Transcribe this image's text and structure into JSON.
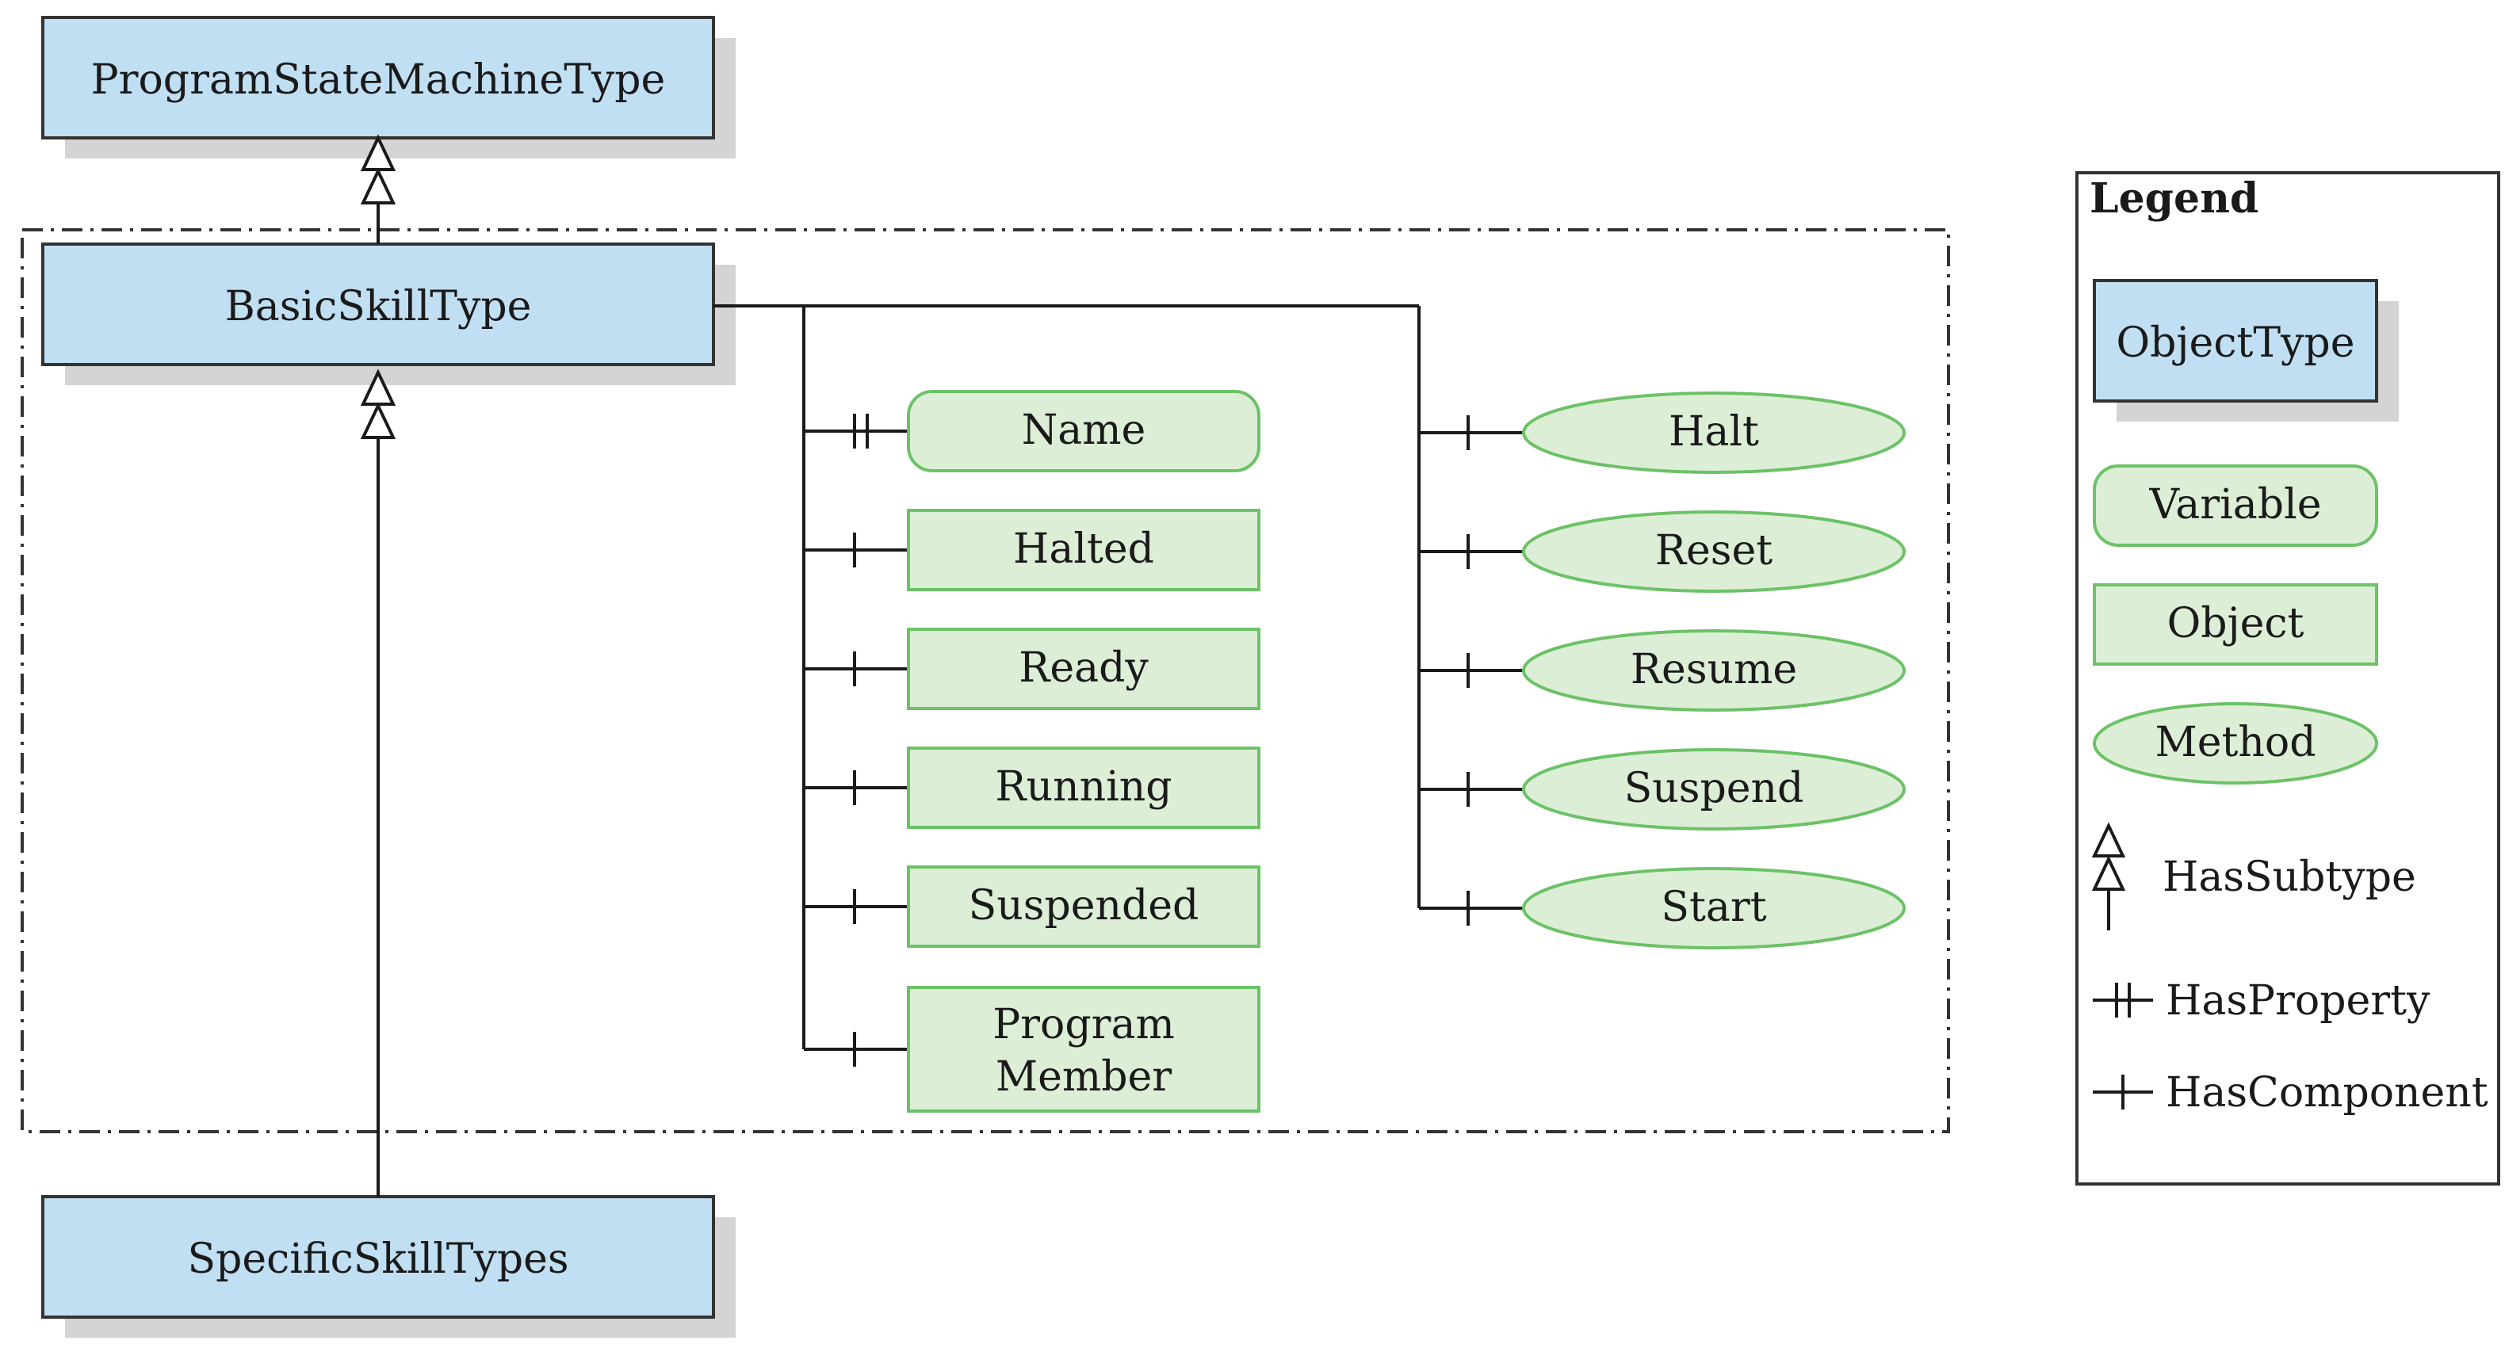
{
  "types": {
    "program_state_machine": "ProgramStateMachineType",
    "basic_skill": "BasicSkillType",
    "specific_skills": "SpecificSkillTypes"
  },
  "variables": [
    "Name"
  ],
  "objects": [
    "Halted",
    "Ready",
    "Running",
    "Suspended",
    [
      "Program",
      "Member"
    ]
  ],
  "methods": [
    "Halt",
    "Reset",
    "Resume",
    "Suspend",
    "Start"
  ],
  "legend": {
    "title": "Legend",
    "object_type": "ObjectType",
    "variable": "Variable",
    "object": "Object",
    "method": "Method",
    "has_subtype": "HasSubtype",
    "has_property": "HasProperty",
    "has_component": "HasComponent"
  },
  "colors": {
    "type_fill": "#c1dff3",
    "type_stroke": "#333333",
    "node_fill": "#dcefd6",
    "node_stroke": "#6cc267",
    "shadow": "#d4d4d4"
  }
}
